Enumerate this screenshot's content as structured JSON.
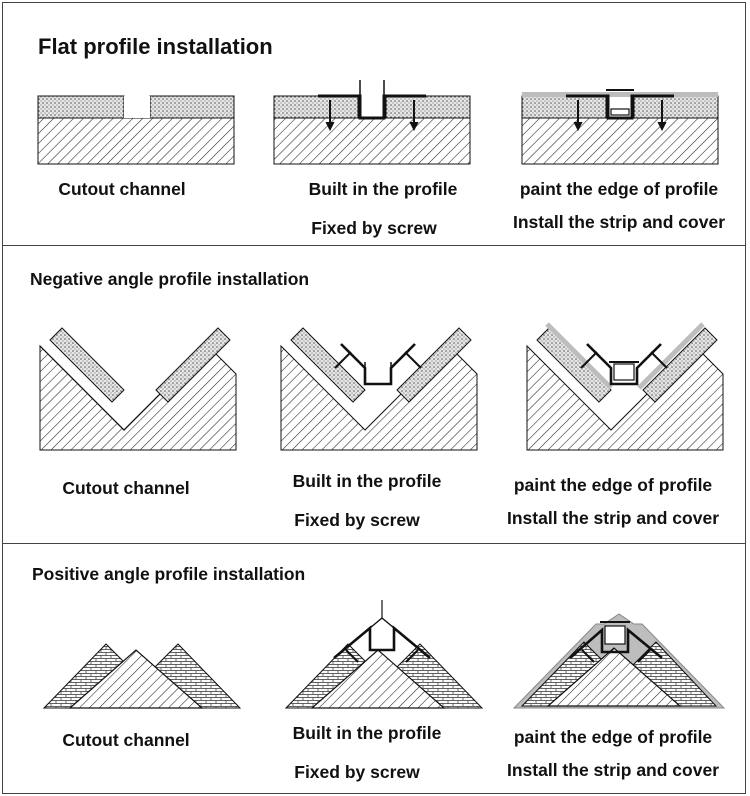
{
  "sections": [
    {
      "title": "Flat profile installation",
      "captions": [
        [
          "Cutout channel"
        ],
        [
          "Built in the profile",
          "Fixed by screw"
        ],
        [
          "paint the edge of profile",
          "Install the strip and cover"
        ]
      ]
    },
    {
      "title": "Negative angle profile installation",
      "captions": [
        [
          "Cutout channel"
        ],
        [
          "Built in the profile",
          "Fixed by screw"
        ],
        [
          "paint the edge of profile",
          "Install the strip and cover"
        ]
      ]
    },
    {
      "title": "Positive angle profile installation",
      "captions": [
        [
          "Cutout channel"
        ],
        [
          "Built in the profile",
          "Fixed by screw"
        ],
        [
          "paint the edge of profile",
          "Install the strip and cover"
        ]
      ]
    }
  ],
  "colors": {
    "line": "#111111",
    "paint": "#bdbdbd",
    "border": "#444444"
  }
}
